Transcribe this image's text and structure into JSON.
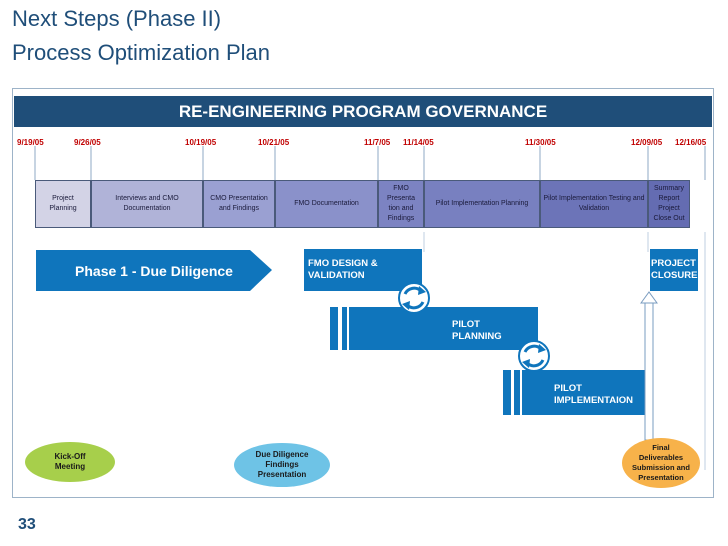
{
  "title": {
    "line1": "Next Steps (Phase II)",
    "line2": "Process Optimization Plan"
  },
  "governance_label": "RE-ENGINEERING PROGRAM GOVERNANCE",
  "dates": [
    "9/19/05",
    "9/26/05",
    "10/19/05",
    "10/21/05",
    "11/7/05",
    "11/14/05",
    "11/30/05",
    "12/09/05",
    "12/16/05"
  ],
  "tasks": [
    "Project Planning",
    "Interviews and CMO Documentation",
    "CMO Presentation and Findings",
    "FMO Documentation",
    "FMO Presenta tion and Findings",
    "Pilot Implementation Planning",
    "Pilot Implementation Testing and Validation",
    "Summary Report Project Close Out"
  ],
  "phases": {
    "phase1": "Phase 1 - Due Diligence",
    "fmo_design_1": "FMO DESIGN &",
    "fmo_design_2": "VALIDATION",
    "project_closure_1": "PROJECT",
    "project_closure_2": "CLOSURE",
    "pilot_planning_1": "PILOT",
    "pilot_planning_2": "PLANNING",
    "pilot_impl_1": "PILOT",
    "pilot_impl_2": "IMPLEMENTAION"
  },
  "milestones": {
    "kickoff": "Kick-Off Meeting",
    "due_diligence": "Due Diligence Findings Presentation",
    "final": "Final Deliverables Submission and Presentation"
  },
  "page_number": "33",
  "colors": {
    "title": "#1f4e79",
    "governance_bar": "#1f4e79",
    "phase_blue": "#0f75bc",
    "date_red": "#c00000",
    "milestone_green": "#a7cf4b",
    "milestone_blue": "#6ec3e6",
    "milestone_orange": "#f7b24a"
  }
}
